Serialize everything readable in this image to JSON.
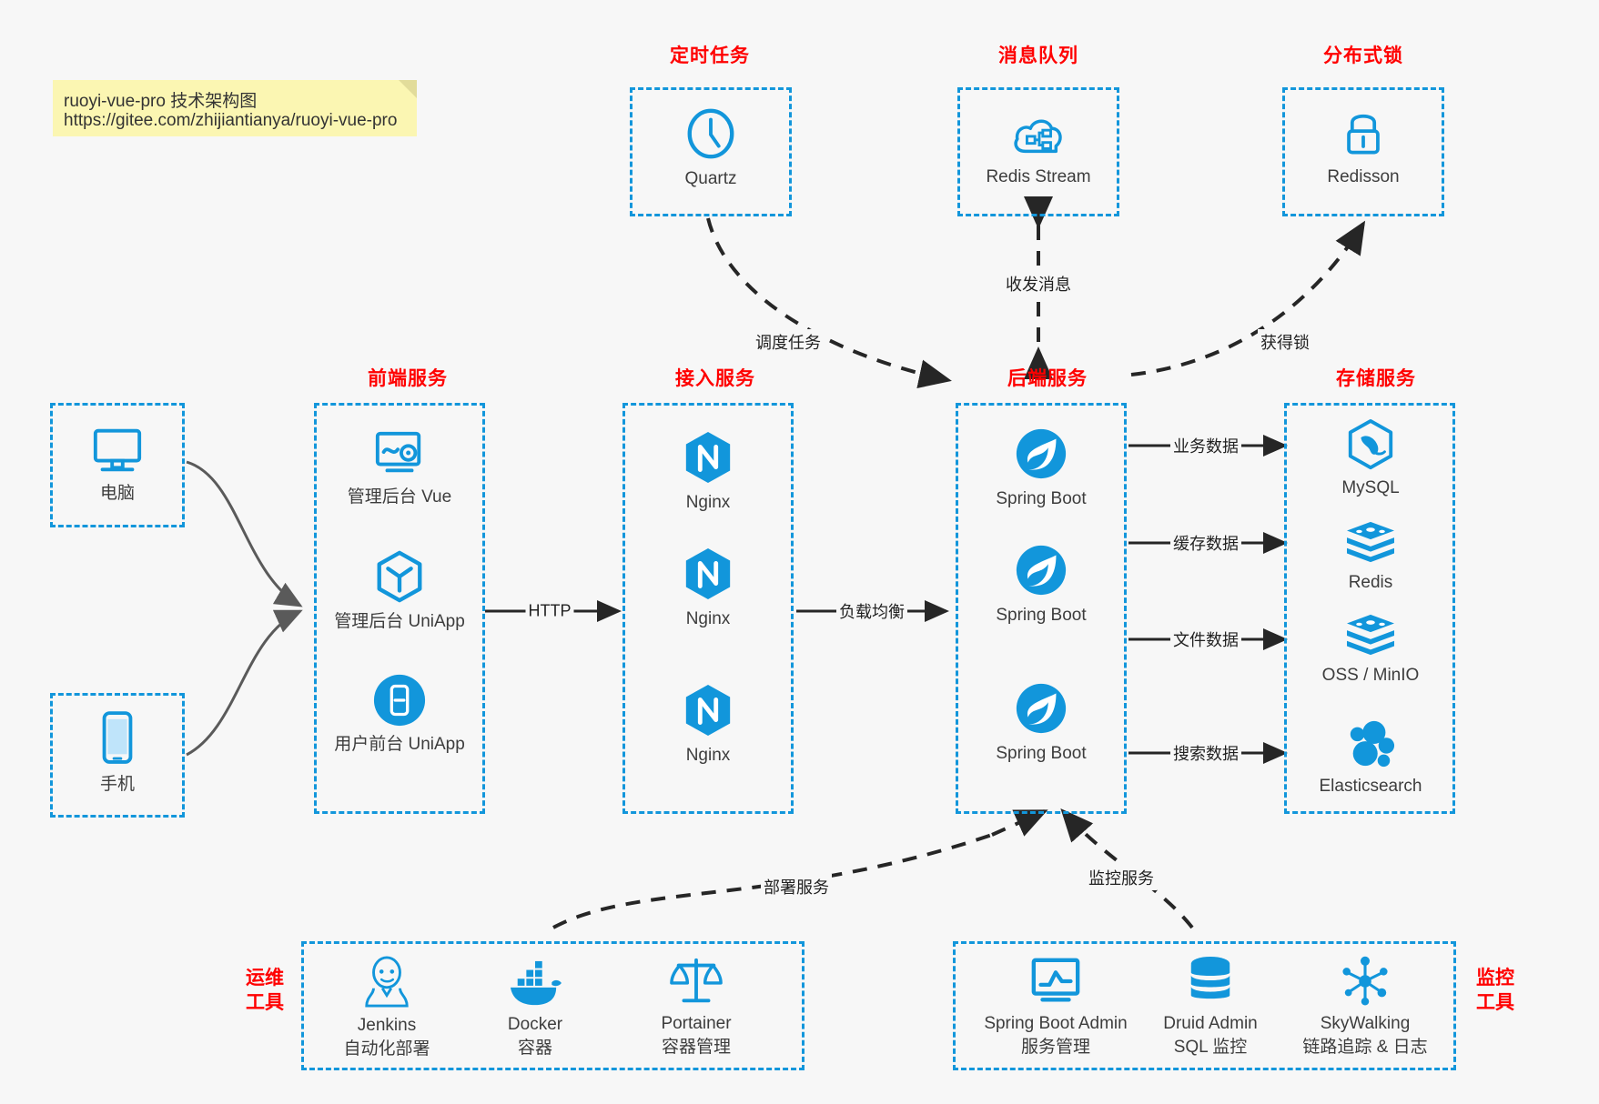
{
  "note": {
    "line1": "ruoyi-vue-pro 技术架构图",
    "line2": "https://gitee.com/zhijiantianya/ruoyi-vue-pro"
  },
  "colors": {
    "box_border": "#1296db",
    "icon_blue": "#1296db",
    "header_red": "#ff0000",
    "canvas": "#f7f7f7",
    "note_bg": "#fbf6b2",
    "arrow_dark": "#262626",
    "arrow_gray": "#595959"
  },
  "top_groups": [
    {
      "title": "定时任务",
      "items": [
        {
          "label": "Quartz",
          "icon": "clock-icon"
        }
      ]
    },
    {
      "title": "消息队列",
      "items": [
        {
          "label": "Redis Stream",
          "icon": "cloud-stream-icon"
        }
      ]
    },
    {
      "title": "分布式锁",
      "items": [
        {
          "label": "Redisson",
          "icon": "lock-icon"
        }
      ]
    }
  ],
  "clients": [
    {
      "label": "电脑",
      "icon": "desktop-icon"
    },
    {
      "label": "手机",
      "icon": "mobile-icon"
    }
  ],
  "columns": [
    {
      "title": "前端服务",
      "items": [
        {
          "label": "管理后台 Vue",
          "icon": "admin-vue-icon"
        },
        {
          "label": "管理后台 UniApp",
          "icon": "cube-icon"
        },
        {
          "label": "用户前台 UniApp",
          "icon": "app-icon"
        }
      ]
    },
    {
      "title": "接入服务",
      "items": [
        {
          "label": "Nginx",
          "icon": "nginx-icon"
        },
        {
          "label": "Nginx",
          "icon": "nginx-icon"
        },
        {
          "label": "Nginx",
          "icon": "nginx-icon"
        }
      ]
    },
    {
      "title": "后端服务",
      "items": [
        {
          "label": "Spring Boot",
          "icon": "spring-icon"
        },
        {
          "label": "Spring Boot",
          "icon": "spring-icon"
        },
        {
          "label": "Spring Boot",
          "icon": "spring-icon"
        }
      ]
    },
    {
      "title": "存储服务",
      "items": [
        {
          "label": "MySQL",
          "icon": "mysql-icon"
        },
        {
          "label": "Redis",
          "icon": "redis-icon"
        },
        {
          "label": "OSS / MinIO",
          "icon": "oss-icon"
        },
        {
          "label": "Elasticsearch",
          "icon": "elasticsearch-icon"
        }
      ]
    }
  ],
  "bottom_groups": [
    {
      "title": "运维\n工具",
      "title_l1": "运维",
      "title_l2": "工具",
      "items": [
        {
          "name": "Jenkins",
          "desc": "自动化部署",
          "icon": "jenkins-icon"
        },
        {
          "name": "Docker",
          "desc": "容器",
          "icon": "docker-icon"
        },
        {
          "name": "Portainer",
          "desc": "容器管理",
          "icon": "portainer-icon"
        }
      ]
    },
    {
      "title_l1": "监控",
      "title_l2": "工具",
      "items": [
        {
          "name": "Spring Boot Admin",
          "desc": "服务管理",
          "icon": "monitor-chart-icon"
        },
        {
          "name": "Druid Admin",
          "desc": "SQL 监控",
          "icon": "database-icon"
        },
        {
          "name": "SkyWalking",
          "desc": "链路追踪 & 日志",
          "icon": "skywalking-icon"
        }
      ]
    }
  ],
  "edges": [
    {
      "label": "调度任务",
      "from": "定时任务",
      "to": "后端服务",
      "style": "dashed"
    },
    {
      "label": "收发消息",
      "from": "消息队列",
      "to": "后端服务",
      "style": "dashed-bidirectional"
    },
    {
      "label": "获得锁",
      "from": "后端服务",
      "to": "分布式锁",
      "style": "dashed"
    },
    {
      "label": "HTTP",
      "from": "前端服务",
      "to": "接入服务",
      "style": "solid"
    },
    {
      "label": "负载均衡",
      "from": "接入服务",
      "to": "后端服务",
      "style": "solid"
    },
    {
      "label": "业务数据",
      "from": "后端服务",
      "to": "MySQL",
      "style": "solid"
    },
    {
      "label": "缓存数据",
      "from": "后端服务",
      "to": "Redis",
      "style": "solid"
    },
    {
      "label": "文件数据",
      "from": "后端服务",
      "to": "OSS / MinIO",
      "style": "solid"
    },
    {
      "label": "搜索数据",
      "from": "后端服务",
      "to": "Elasticsearch",
      "style": "solid"
    },
    {
      "label": "部署服务",
      "from": "运维工具",
      "to": "后端服务",
      "style": "dashed"
    },
    {
      "label": "监控服务",
      "from": "监控工具",
      "to": "后端服务",
      "style": "dashed"
    }
  ]
}
